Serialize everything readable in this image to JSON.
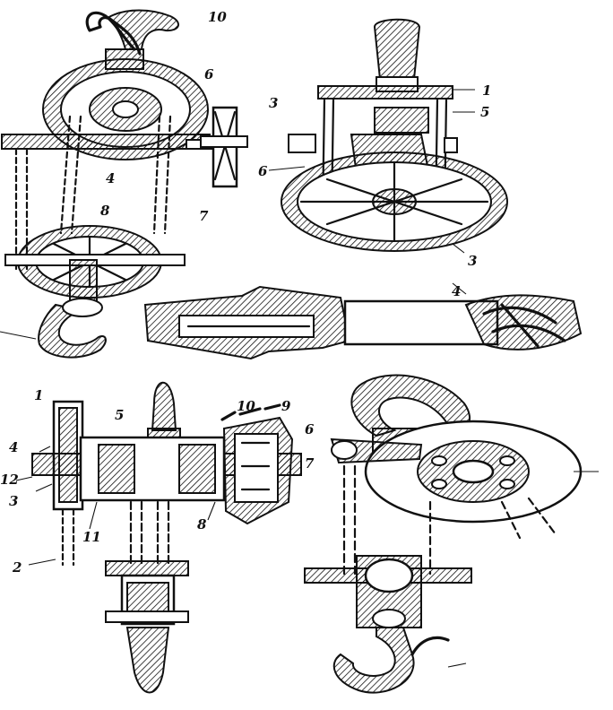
{
  "figure": {
    "labels_top_left": {
      "hook": "10",
      "sheave": "6",
      "handwheel": "3",
      "bar": "4",
      "lower_block": "8",
      "chain": "7"
    },
    "labels_top_right": {
      "top": "1",
      "pawl": "5",
      "body": "6",
      "wheel": "3"
    },
    "labels_middle": {
      "screw": "4"
    },
    "labels_bottom_left": {
      "l1": "1",
      "l5": "5",
      "l10": "10",
      "l9": "9",
      "l6": "6",
      "l4": "4",
      "l12": "12",
      "l3": "3",
      "l11": "11",
      "l8": "8",
      "l2": "2"
    },
    "labels_bottom_right": {
      "l7": "7"
    }
  }
}
